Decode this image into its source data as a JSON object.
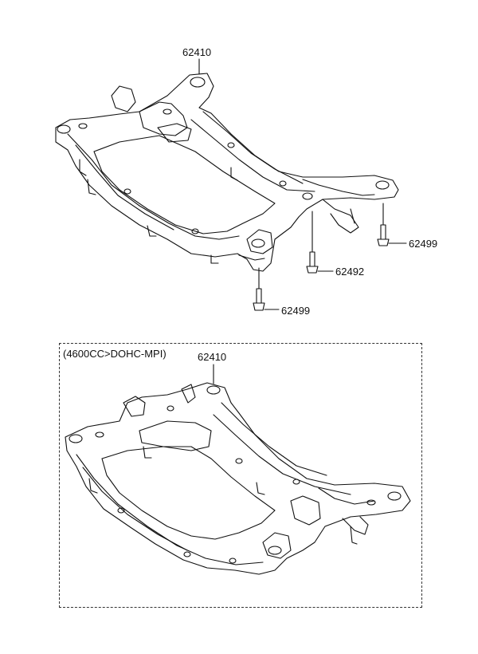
{
  "diagram": {
    "upper": {
      "part_label": "62410",
      "callouts": [
        {
          "id": "bolt-rear-right",
          "label": "62499"
        },
        {
          "id": "bolt-center",
          "label": "62492"
        },
        {
          "id": "bolt-front",
          "label": "62499"
        }
      ]
    },
    "lower": {
      "variant_title": "(4600CC>DOHC-MPI)",
      "part_label": "62410"
    }
  }
}
